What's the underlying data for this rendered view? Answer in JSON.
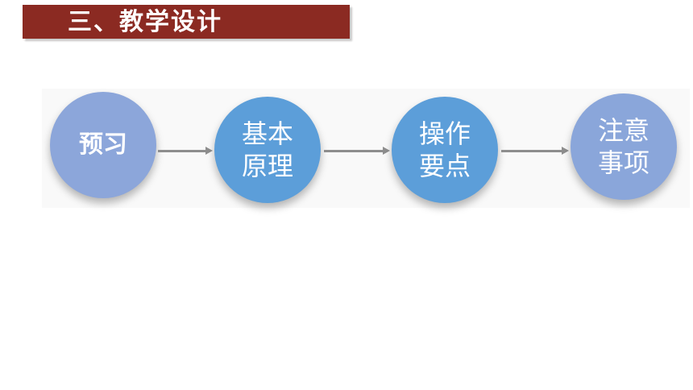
{
  "title": "三、教学设计",
  "steps": [
    {
      "line1": "预习",
      "line2": ""
    },
    {
      "line1": "基本",
      "line2": "原理"
    },
    {
      "line1": "操作",
      "line2": "要点"
    },
    {
      "line1": "注意",
      "line2": "事项"
    }
  ],
  "colors": {
    "title_bar": "#8b2a22",
    "node_light": "#8ca6da",
    "node_mid": "#5c9ed9",
    "arrow": "#8e8e8e"
  }
}
